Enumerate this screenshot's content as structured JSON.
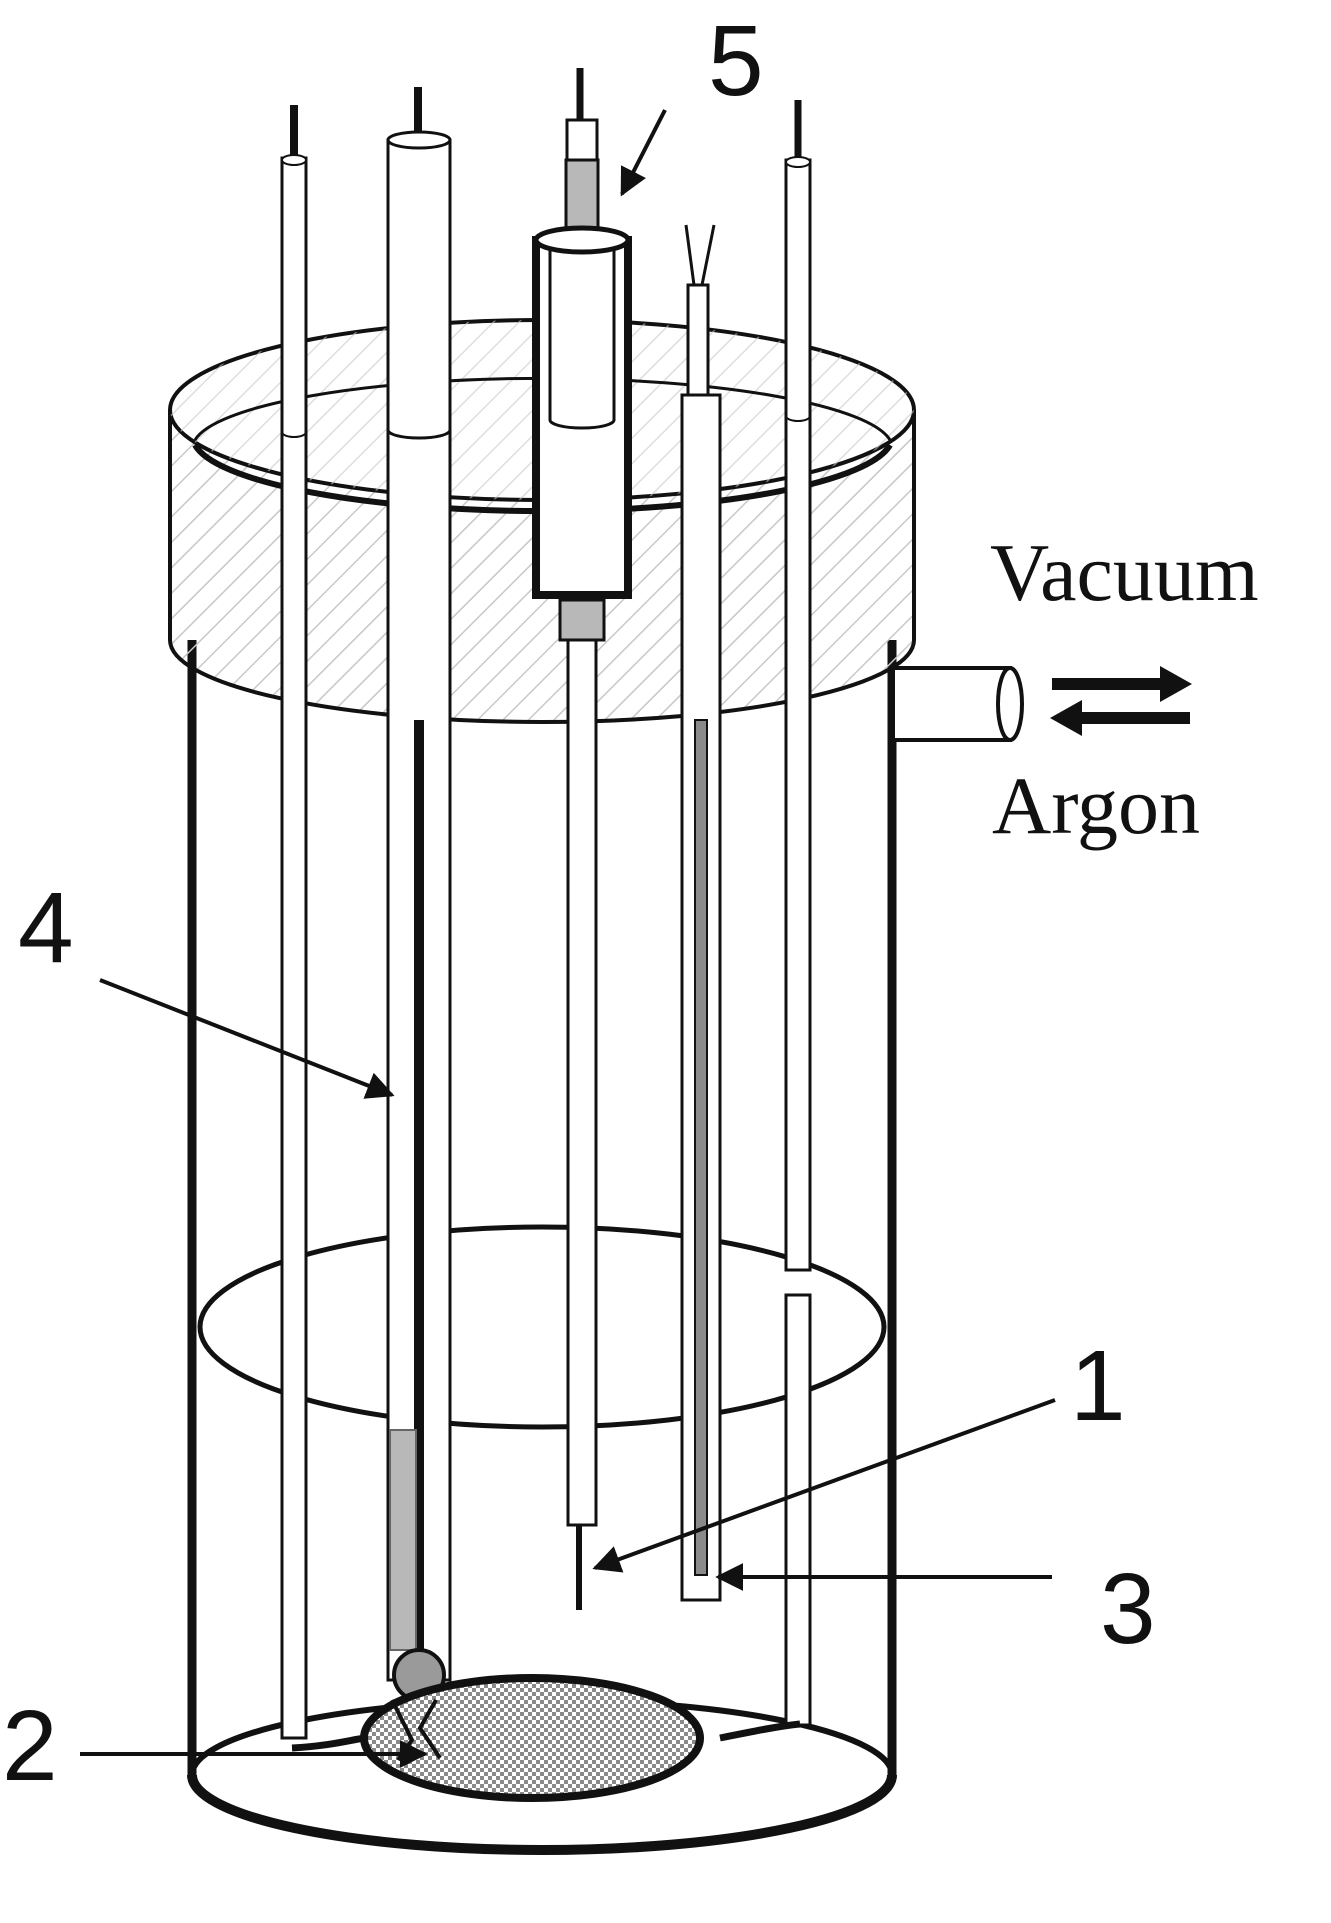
{
  "labels": {
    "n1": "1",
    "n2": "2",
    "n3": "3",
    "n4": "4",
    "n5": "5",
    "vacuum": "Vacuum",
    "argon": "Argon"
  },
  "colors": {
    "line": "#111111",
    "gray_fill": "#b8b8b8",
    "hatch": "#c8c8c8",
    "stipple": "#8a8a8a",
    "background": "#ffffff"
  }
}
